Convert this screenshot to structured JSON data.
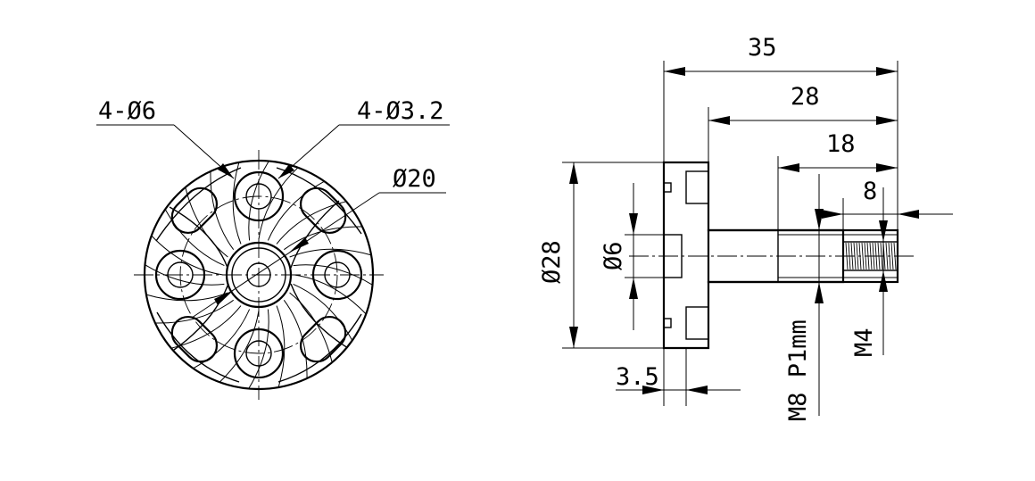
{
  "front_view": {
    "labels": {
      "holes_outer": "4-Ø6",
      "holes_inner": "4-Ø3.2",
      "center_dia": "Ø20"
    }
  },
  "side_view": {
    "labels": {
      "overall_length": "35",
      "shaft_length": "28",
      "thread_section": "18",
      "thread_length": "8",
      "flange_dia": "Ø28",
      "bore_dia": "Ø6",
      "flange_thickness": "3.5",
      "outer_thread": "M8 P1mm",
      "inner_thread": "M4"
    }
  }
}
